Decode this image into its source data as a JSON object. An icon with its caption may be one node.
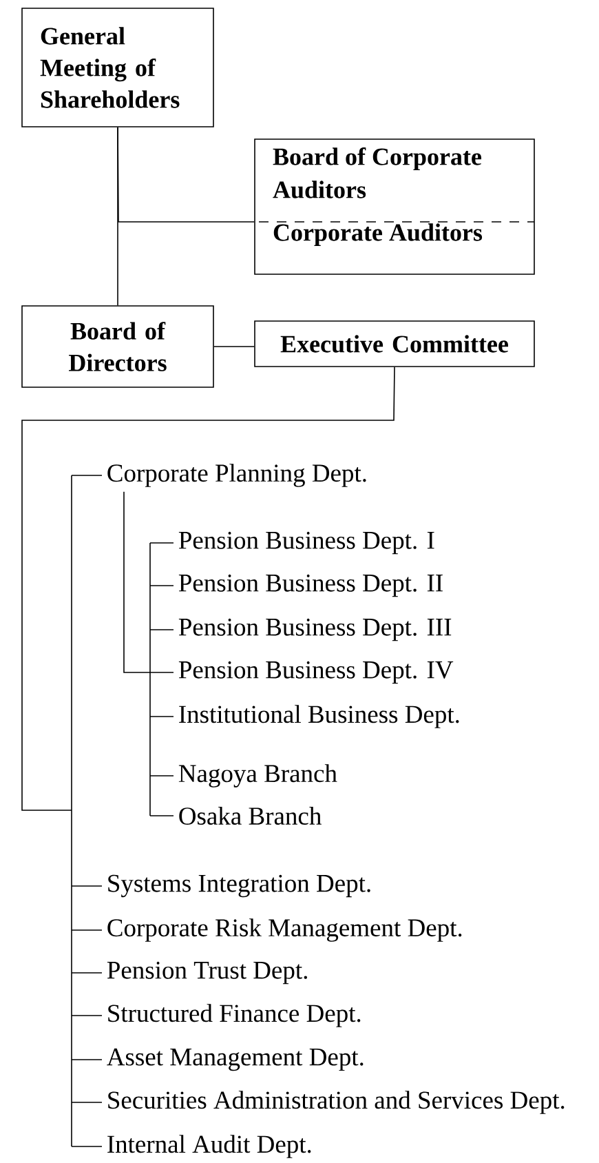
{
  "diagram": {
    "nodes": [
      {
        "text": [
          "General Meeting of Shareholders"
        ]
      },
      {
        "text": [
          "Board of Corporate Auditors",
          "Corporate Auditors"
        ]
      },
      {
        "text": [
          "Board of Directors"
        ]
      },
      {
        "text": [
          "Executive Committee"
        ]
      },
      {
        "text": [
          "Corporate Planning Dept."
        ]
      },
      {
        "text": [
          "Pension Business Dept. I"
        ]
      },
      {
        "text": [
          "Pension Business Dept. II"
        ]
      },
      {
        "text": [
          "Pension Business Dept. III"
        ]
      },
      {
        "text": [
          "Pension Business Dept. IV"
        ]
      },
      {
        "text": [
          "Institutional Business Dept."
        ]
      },
      {
        "text": [
          "Nagoya Branch"
        ]
      },
      {
        "text": [
          "Osaka Branch"
        ]
      },
      {
        "text": [
          "Systems Integration Dept."
        ]
      },
      {
        "text": [
          "Corporate Risk Management Dept."
        ]
      },
      {
        "text": [
          "Pension Trust Dept."
        ]
      },
      {
        "text": [
          "Structured Finance Dept."
        ]
      },
      {
        "text": [
          "Asset Management Dept."
        ]
      },
      {
        "text": [
          "Securities Administration and Services Dept."
        ]
      },
      {
        "text": [
          "Internal Audit Dept."
        ]
      }
    ],
    "edges": [
      {
        "from": 0,
        "to": 2,
        "arrow": "none"
      },
      {
        "from": 0,
        "to": 1,
        "arrow": "none"
      },
      {
        "from": 2,
        "to": 3,
        "arrow": "none"
      },
      {
        "from": 3,
        "to": 4,
        "arrow": "none"
      },
      {
        "from": 4,
        "to": 5,
        "arrow": "none"
      },
      {
        "from": 4,
        "to": 6,
        "arrow": "none"
      },
      {
        "from": 4,
        "to": 7,
        "arrow": "none"
      },
      {
        "from": 4,
        "to": 8,
        "arrow": "none"
      },
      {
        "from": 4,
        "to": 9,
        "arrow": "none"
      },
      {
        "from": 4,
        "to": 10,
        "arrow": "none"
      },
      {
        "from": 4,
        "to": 11,
        "arrow": "none"
      },
      {
        "from": 3,
        "to": 12,
        "arrow": "none"
      },
      {
        "from": 3,
        "to": 13,
        "arrow": "none"
      },
      {
        "from": 3,
        "to": 14,
        "arrow": "none"
      },
      {
        "from": 3,
        "to": 15,
        "arrow": "none"
      },
      {
        "from": 3,
        "to": 16,
        "arrow": "none"
      },
      {
        "from": 3,
        "to": 17,
        "arrow": "none"
      },
      {
        "from": 3,
        "to": 18,
        "arrow": "none"
      }
    ]
  }
}
